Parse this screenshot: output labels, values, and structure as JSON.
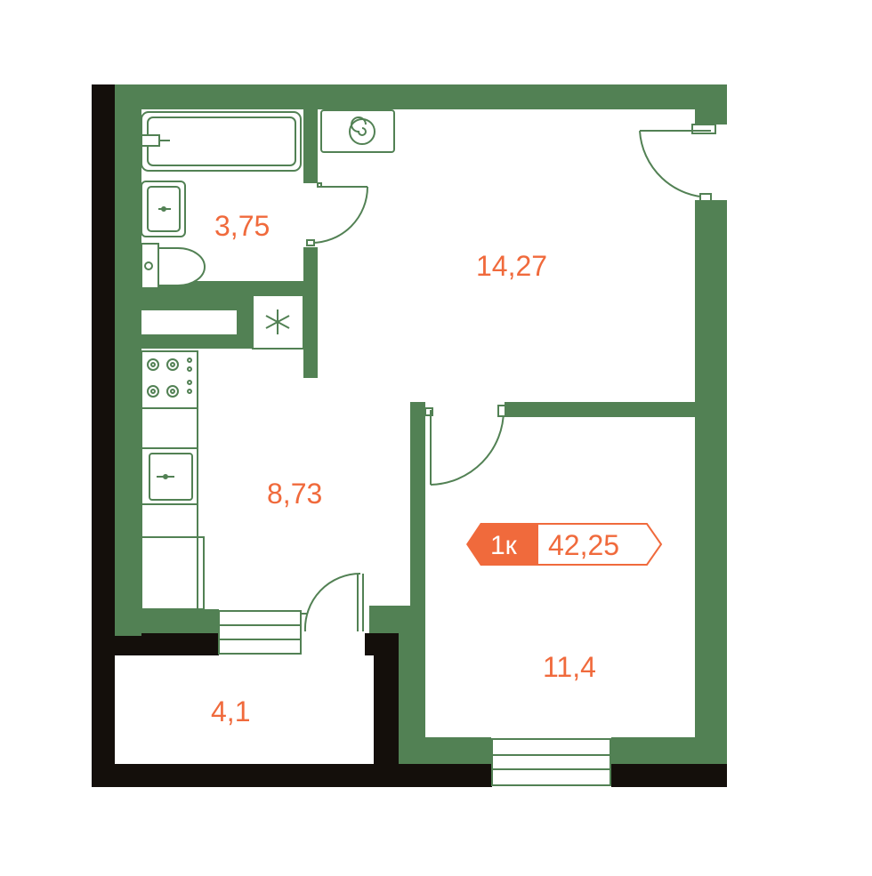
{
  "colors": {
    "wall_green": "#528154",
    "wall_black": "#140f0b",
    "accent_orange": "#f06a3c",
    "background": "#ffffff"
  },
  "rooms": {
    "bathroom": {
      "area": "3,75"
    },
    "living_room": {
      "area": "14,27"
    },
    "kitchen": {
      "area": "8,73"
    },
    "bedroom": {
      "area": "11,4"
    },
    "balcony": {
      "area": "4,1"
    }
  },
  "badge": {
    "rooms": "1к",
    "total_area": "42,25"
  },
  "icons": {
    "boiler": "spiral-icon",
    "ventilation": "asterisk-icon"
  }
}
